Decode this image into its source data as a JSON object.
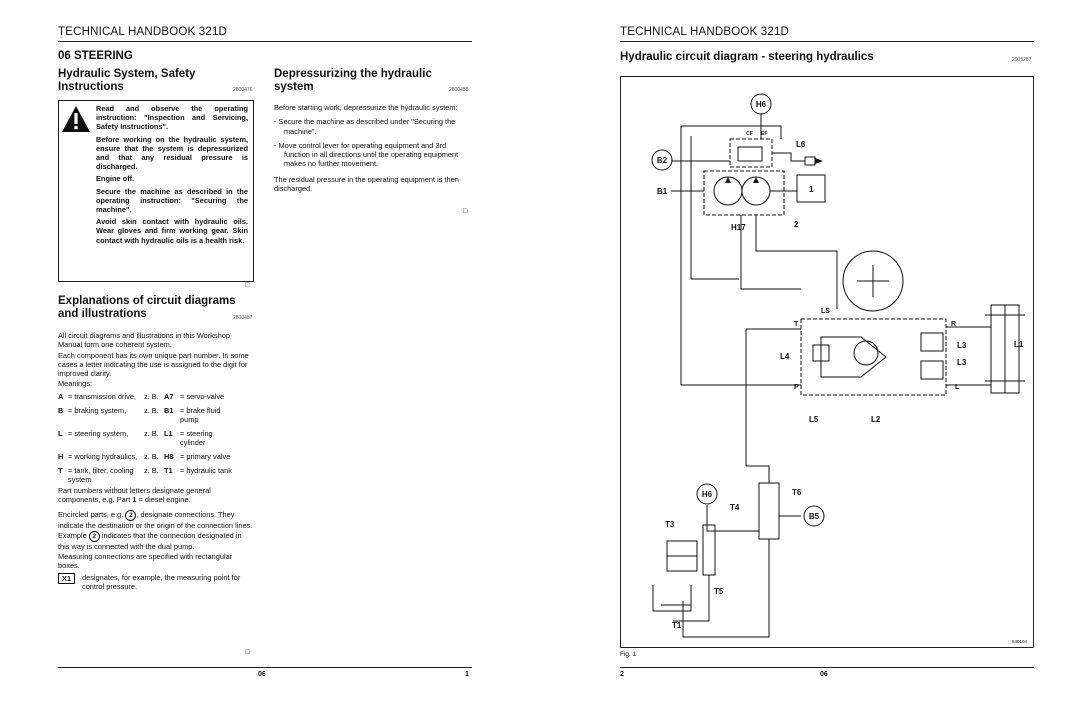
{
  "left_page": {
    "header": "TECHNICAL HANDBOOK 321D",
    "section": "06 STEERING",
    "col1": {
      "safety": {
        "title_line1": "Hydraulic System, Safety",
        "title_line2": "Instructions",
        "ref": "2800476",
        "warning_icon": "warning-triangle-icon",
        "paragraphs": [
          "Read and observe the operating instruction: \"Inspection and Servicing, Safety Instructions\".",
          "Before working on the hydraulic system, ensure that the system is depressurized and that any residual pressure is discharged.",
          "Engine off.",
          "Secure the machine as described in the operating instruction: \"Securing the machine\".",
          "Avoid skin contact with hydraulic oils. Wear gloves and firm working gear. Skin contact with hydraulic oils is a health risk."
        ],
        "end_mark": "□"
      },
      "explanations": {
        "title_line1": "Explanations of circuit diagrams",
        "title_line2": "and illustrations",
        "ref": "2800487",
        "p1": "All circuit diagrams and illustrations in this Workshop Manual form one coherent system.",
        "p2": "Each component has its own unique part number. In some cases a letter indicating the use is assigned to the digit for improved clarity.",
        "meanings_label": "Meanings:",
        "meanings": [
          {
            "letter": "A",
            "desc": "= transmission drive,",
            "eg": "z. B.",
            "code": "A7",
            "meaning": "= servo-valve"
          },
          {
            "letter": "B",
            "desc": "= braking system,",
            "eg": "z. B.",
            "code": "B1",
            "meaning": "= brake fluid pump"
          },
          {
            "letter": "L",
            "desc": "= steering system,",
            "eg": "z. B.",
            "code": "L1",
            "meaning": "= steering cylinder"
          },
          {
            "letter": "H",
            "desc": "= working hydraulics,",
            "eg": "z. B.",
            "code": "H8",
            "meaning": "= primary valve"
          },
          {
            "letter": "T",
            "desc": "= tank, filter, cooling system",
            "eg": "z. B.",
            "code": "T1",
            "meaning": "= hydraulic tank"
          }
        ],
        "p3_pre": "Part numbers without letters designate general components, e.g. Part ",
        "p3_bold": "1",
        "p3_post": " = diesel engine.",
        "p4_pre": "Encircled parts, e.g. ",
        "p4_circ": "2",
        "p4_mid": ", designate connections. They indicate the destination or the origin of the connection lines. Example ",
        "p4_circ2": "2",
        "p4_post": " indicates that the connection designated in this way is connected with the dual pump.",
        "p5": "Measuring connections are specified with rectangular boxes.",
        "box_label": "X1",
        "p6": "designates, for example, the measuring point for control pressure.",
        "end_mark": "□"
      }
    },
    "col2": {
      "title_line1": "Depressurizing the hydraulic",
      "title_line2": "system",
      "ref": "2800488",
      "intro": "Before starting work, depressurize the hydraulic system:",
      "steps": [
        "- Secure the machine as described under \"Securing the machine\".",
        "- Move control lever for operating equipment and 3rd function in all directions until the operating equipment makes no further movement."
      ],
      "outro": "The residual pressure in the operating equipment is then discharged.",
      "end_mark": "□"
    },
    "footer": {
      "left": "06",
      "right": "1"
    }
  },
  "right_page": {
    "header": "TECHNICAL HANDBOOK 321D",
    "title": "Hydraulic circuit diagram - steering hydraulics",
    "ref": "2905287",
    "diagram": {
      "labels": [
        "H6",
        "CF",
        "EF",
        "L6",
        "B2",
        "B1",
        "1",
        "H17",
        "2",
        "LS",
        "T",
        "R",
        "L4",
        "L3",
        "L3",
        "L1",
        "P",
        "L",
        "L5",
        "L2",
        "H6",
        "T6",
        "T4",
        "B5",
        "T3",
        "T5",
        "T1"
      ],
      "drawing_id": "640104"
    },
    "fig": "Fig. 1",
    "footer": {
      "left": "2",
      "right": "06"
    }
  }
}
